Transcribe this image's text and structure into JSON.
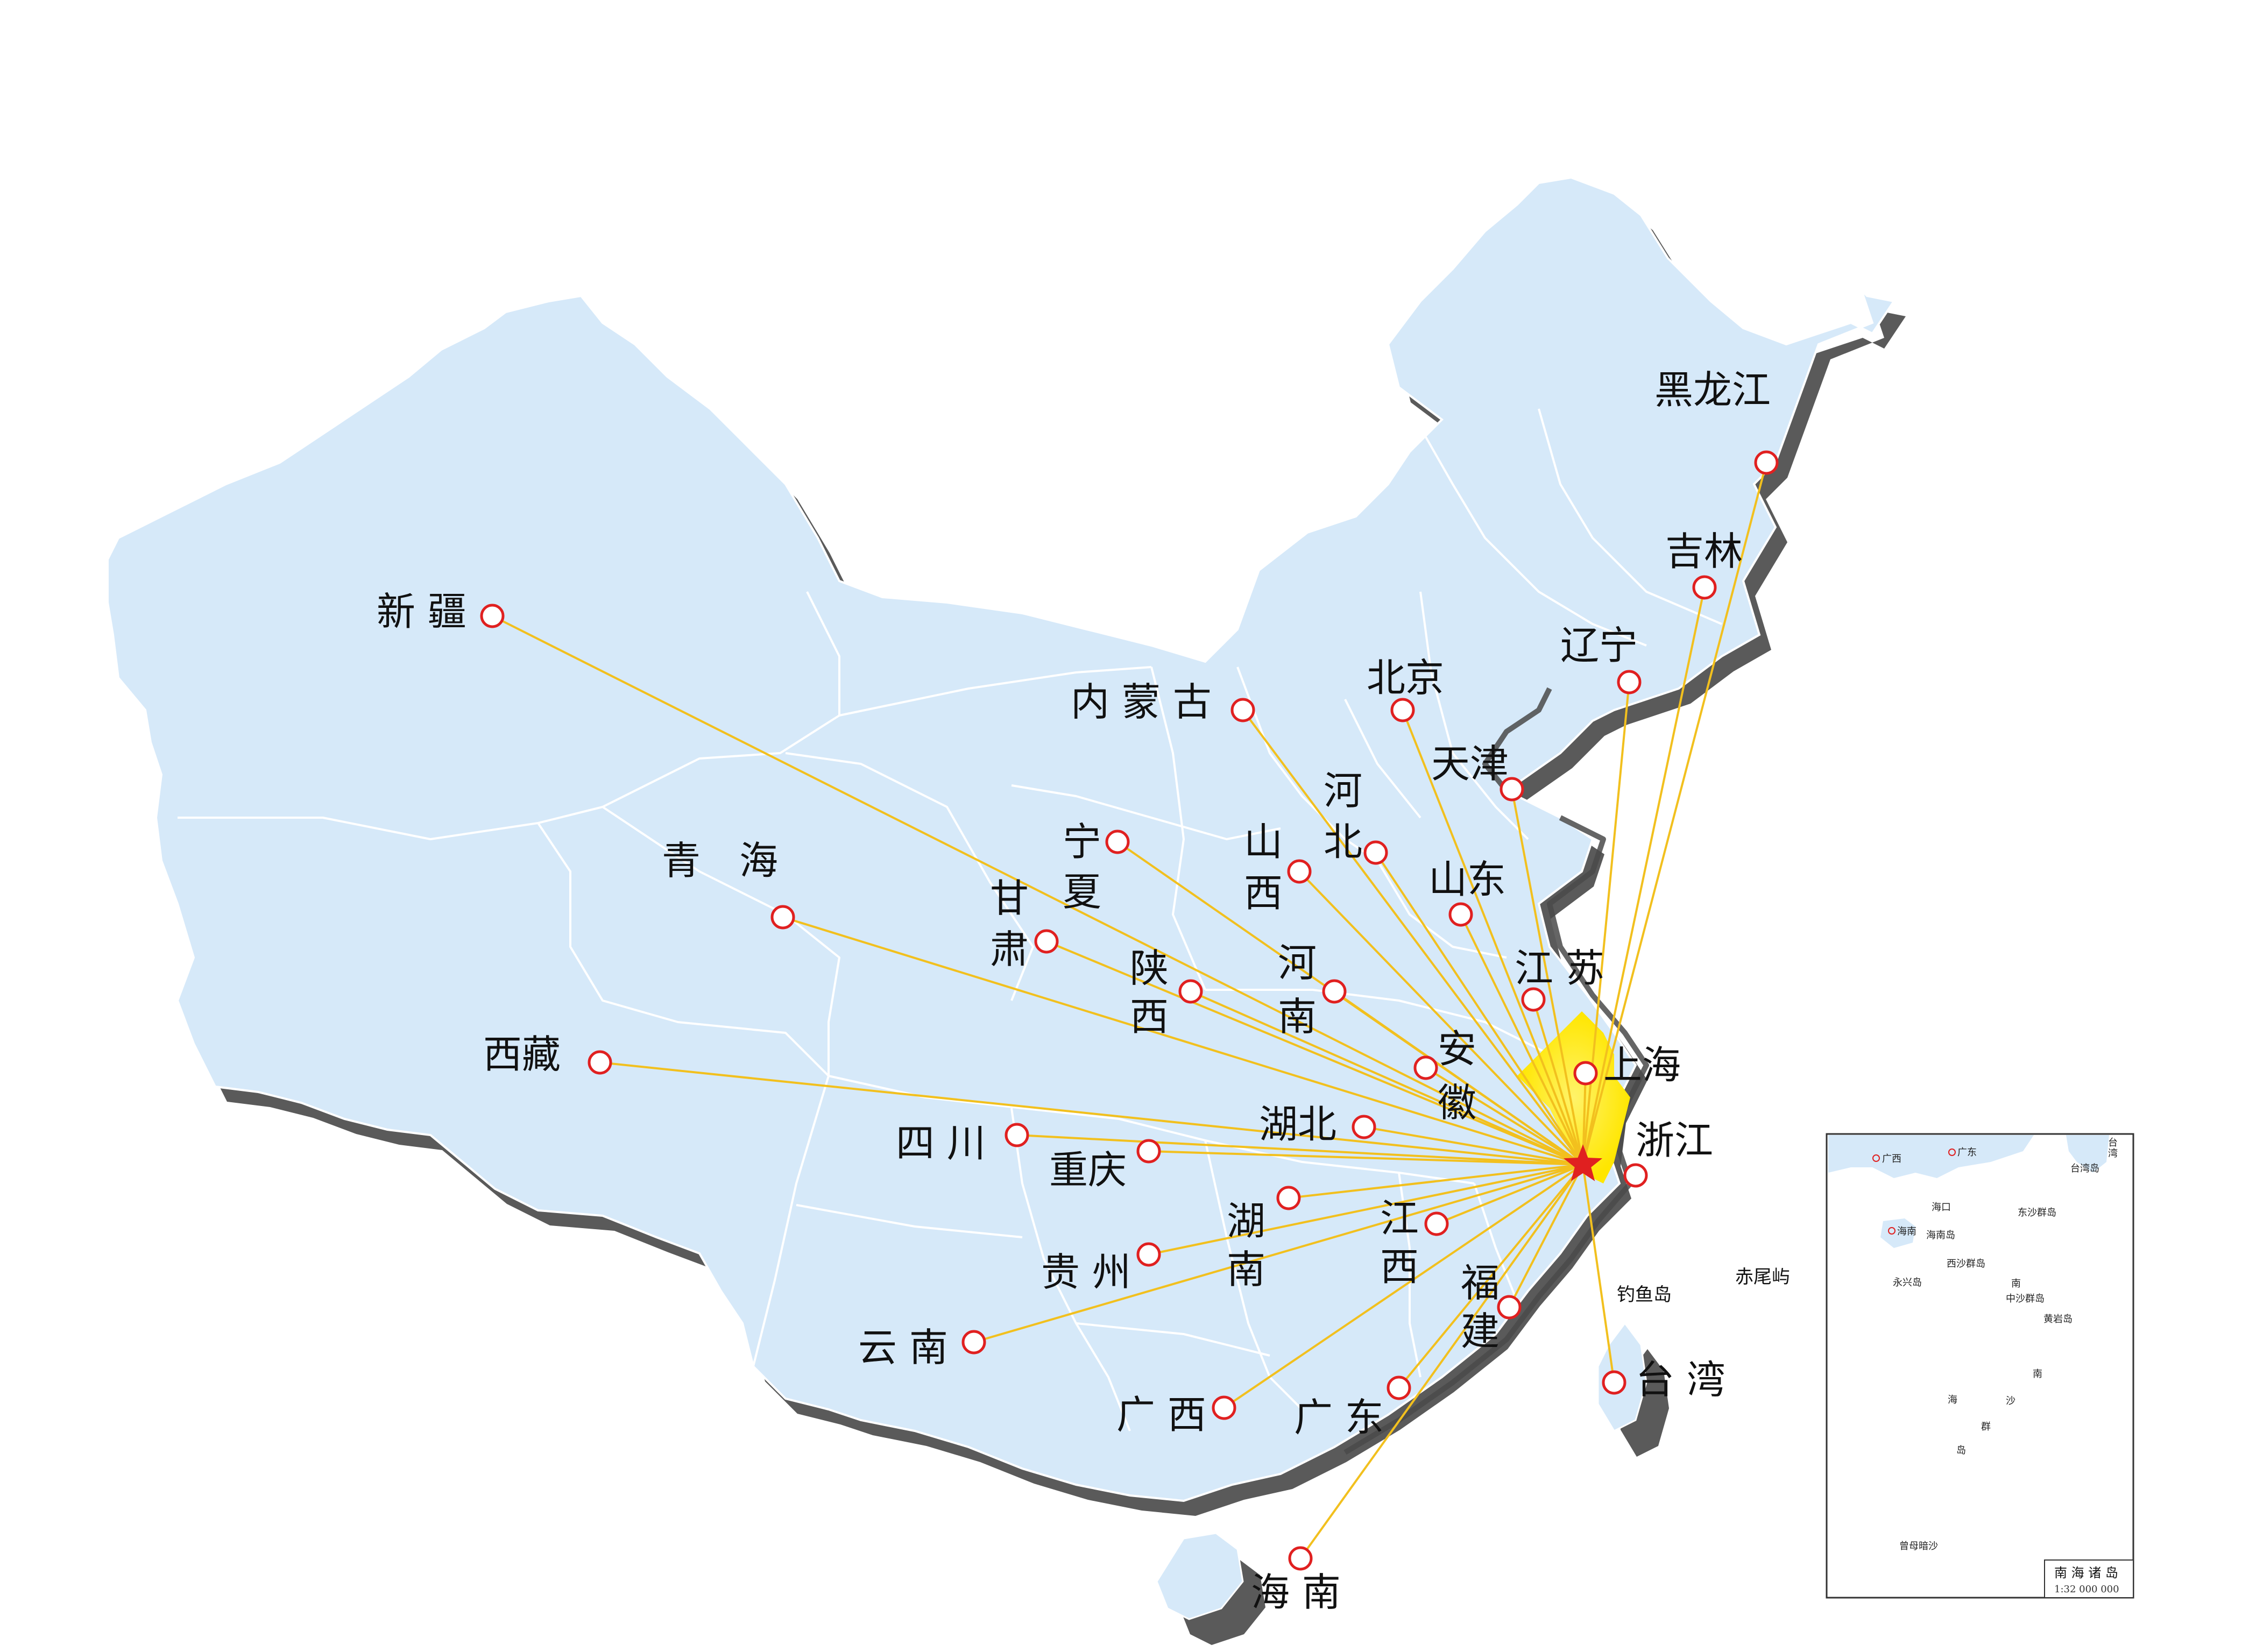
{
  "colors": {
    "land": "#d6e9f9",
    "shadow": "#555555",
    "route": "#f2c01e",
    "marker": "#e02020",
    "star": "#e02020",
    "glow": "#ffee00"
  },
  "hub": {
    "name": "浙江"
  },
  "provinces": [
    {
      "id": "xinjiang",
      "text": "新 疆"
    },
    {
      "id": "qinghai",
      "text": "青　海"
    },
    {
      "id": "xizang",
      "text": "西藏"
    },
    {
      "id": "gansu",
      "text": "甘\n肃"
    },
    {
      "id": "ningxia",
      "text": "宁\n夏"
    },
    {
      "id": "neimenggu",
      "text": "内 蒙 古"
    },
    {
      "id": "beijing",
      "text": "北京"
    },
    {
      "id": "tianjin",
      "text": "天津"
    },
    {
      "id": "hebei",
      "text": "河\n北"
    },
    {
      "id": "shanxi",
      "text": "山\n西"
    },
    {
      "id": "shandong",
      "text": "山东"
    },
    {
      "id": "shaanxi",
      "text": "陕\n西"
    },
    {
      "id": "henan",
      "text": "河\n南"
    },
    {
      "id": "jiangsu",
      "text": "江 苏"
    },
    {
      "id": "anhui",
      "text": "安\n徽"
    },
    {
      "id": "shanghai",
      "text": "上海"
    },
    {
      "id": "hubei",
      "text": "湖北"
    },
    {
      "id": "sichuan",
      "text": "四 川"
    },
    {
      "id": "chongqing",
      "text": "重庆"
    },
    {
      "id": "hunan",
      "text": "湖\n南"
    },
    {
      "id": "jiangxi",
      "text": "江\n西"
    },
    {
      "id": "guizhou",
      "text": "贵 州"
    },
    {
      "id": "fujian",
      "text": "福\n建"
    },
    {
      "id": "yunnan",
      "text": "云 南"
    },
    {
      "id": "guangxi",
      "text": "广 西"
    },
    {
      "id": "guangdong",
      "text": "广 东"
    },
    {
      "id": "hainan",
      "text": "海 南"
    },
    {
      "id": "taiwan",
      "text": "台 湾"
    },
    {
      "id": "heilongjiang",
      "text": "黑龙江"
    },
    {
      "id": "jilin",
      "text": "吉林"
    },
    {
      "id": "liaoning",
      "text": "辽宁"
    },
    {
      "id": "zhejiang",
      "text": "浙江"
    }
  ],
  "islands": {
    "diaoyu": "钓鱼岛",
    "chiwei": "赤尾屿"
  },
  "inset": {
    "title": "南 海 诸 岛",
    "scale": "1:32 000 000",
    "labels": {
      "guangxi": "广西",
      "guangdong": "广东",
      "taiwan": "台\n湾",
      "taiwan_island": "台湾岛",
      "haikou": "海口",
      "dongsha": "东沙群岛",
      "hainan": "海南",
      "hainan_island": "海南岛",
      "xisha": "西沙群岛",
      "yongxing": "永兴岛",
      "nan": "南",
      "zhongsha": "中沙群岛",
      "huangyan": "黄岩岛",
      "nanhai_sea_1": "南",
      "nanhai_sea_2": "海",
      "nansha_1": "沙",
      "nansha_2": "群",
      "nansha_3": "岛",
      "zengmu": "曾母暗沙"
    }
  }
}
